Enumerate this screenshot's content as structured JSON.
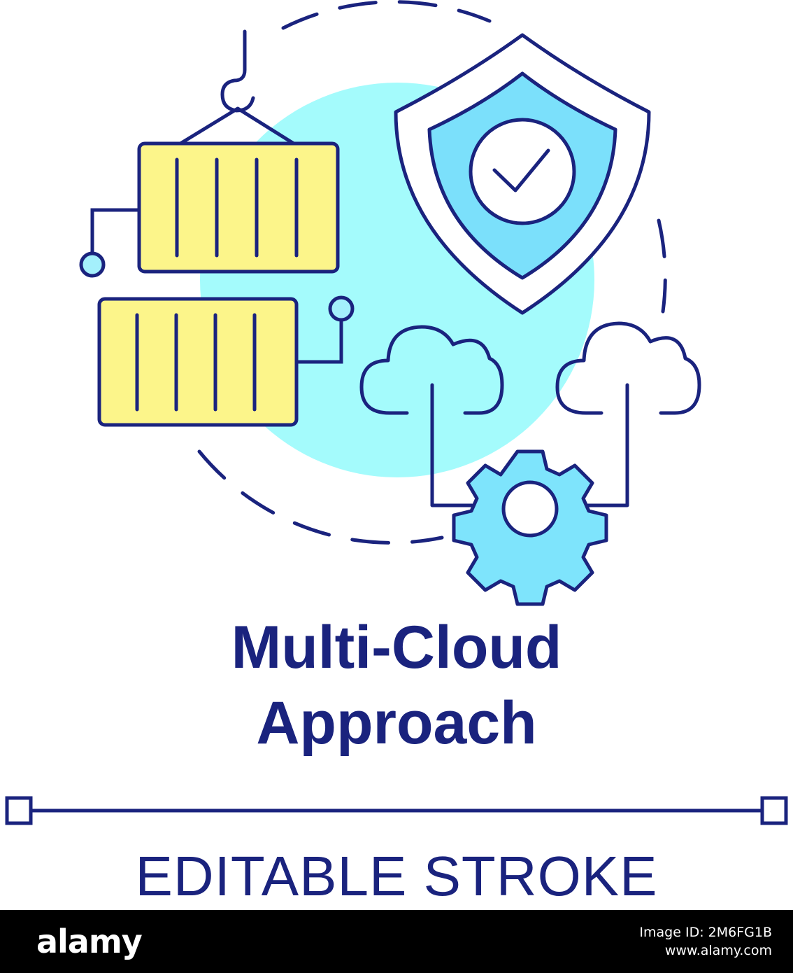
{
  "title": {
    "line1": "Multi-Cloud",
    "line2": "Approach"
  },
  "subtitle": "EDITABLE STROKE",
  "footer": {
    "logo": "alamy",
    "image_id": "Image ID: 2M6FG1B",
    "site": "www.alamy.com"
  },
  "colors": {
    "outline": "#1a237e",
    "blob": "#a4fbfc",
    "container": "#fcf58a",
    "shield_inner": "#7be0fb",
    "gear": "#7ee4fc",
    "node": "#a4f0fc"
  },
  "icons": [
    "hook-icon",
    "cargo-container-icon",
    "shield-check-icon",
    "cloud-upload-icon",
    "gear-icon"
  ]
}
